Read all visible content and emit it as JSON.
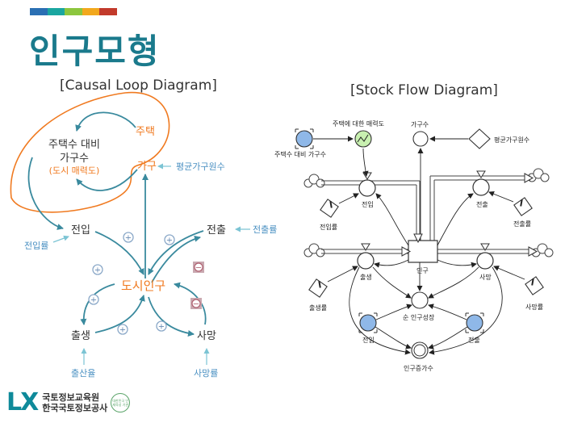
{
  "title": "인구모형",
  "strip_colors": [
    "#2a6fb3",
    "#1aa6a0",
    "#8cc63e",
    "#f2a81d",
    "#c23a2b"
  ],
  "colors": {
    "title": "#1a7a8c",
    "link": "#3a8a9e",
    "orange": "#f07a20",
    "param": "#4a90c2",
    "stock_fill": "#8fb8e8",
    "converter_fill": "#c8f0b0"
  },
  "cld": {
    "heading": "[Causal Loop Diagram]",
    "loop_label": "주택",
    "node_housing_ratio": [
      "주택수 대비",
      "가구수"
    ],
    "node_attractiveness": "(도시 매력도)",
    "node_household": "가구",
    "param_avg_household": "평균가구원수",
    "node_in": "전입",
    "param_in_rate": "전입률",
    "node_out": "전출",
    "param_out_rate": "전출률",
    "node_population": "도시인구",
    "node_birth": "출생",
    "param_birth_rate": "출산율",
    "node_death": "사망",
    "param_death_rate": "사망률",
    "plus": "+",
    "minus": "−"
  },
  "sfd": {
    "heading": "[Stock Flow Diagram]",
    "conv_attractiveness": "주택에 대한 매력도",
    "conv_housing_ratio": "주택수 대비 가구수",
    "conv_households": "가구수",
    "conv_avg_household": "평균가구원수",
    "flow_in": "전입",
    "flow_out": "전출",
    "rate_in": "전입률",
    "rate_out": "전출률",
    "stock_population": "인구",
    "flow_birth": "출생",
    "flow_death": "사망",
    "rate_birth": "출생률",
    "rate_death": "사망률",
    "net_growth": "순 인구성장",
    "ghost_in": "전입",
    "ghost_out": "전출",
    "pop_increase": "인구증가수"
  },
  "footer": {
    "logo_mark": "LX",
    "org_line1": "국토정보교육원",
    "org_line2": "한국국토정보공사",
    "badge": "대한민국 인재육성 기관"
  }
}
